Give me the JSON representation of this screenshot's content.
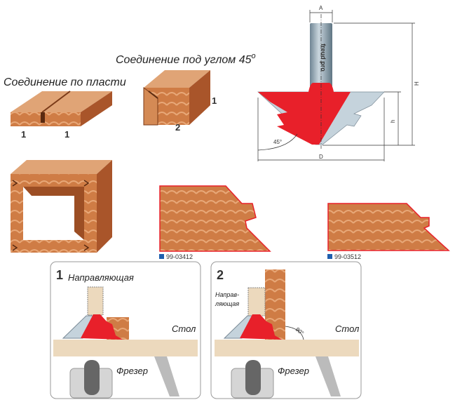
{
  "titles": {
    "angle_joint": "Соединение под углом 45",
    "angle_sup": "o",
    "face_joint": "Соединение по пласти"
  },
  "face_joint_labels": [
    "1",
    "1"
  ],
  "angle_joint_labels": [
    "1",
    "2"
  ],
  "cutter": {
    "dim_A": "A",
    "dim_H": "H",
    "dim_h": "h",
    "dim_D": "D",
    "angle": "45°",
    "logo": "freud pro"
  },
  "profiles": [
    {
      "code": "99-03412"
    },
    {
      "code": "99-03512"
    }
  ],
  "panels": [
    {
      "number": "1",
      "guide": "Направляющая",
      "table": "Стол",
      "router": "Фрезер"
    },
    {
      "number": "2",
      "guide_line1": "Направ-",
      "guide_line2": "ляющая",
      "angle": "90°",
      "table": "Стол",
      "router": "Фрезер"
    }
  ],
  "colors": {
    "red": "#e8202a",
    "wood": "#c8703a",
    "steel": "#b8c8d4",
    "table": "#ecd9bd",
    "code_marker": "#1f5fae"
  }
}
